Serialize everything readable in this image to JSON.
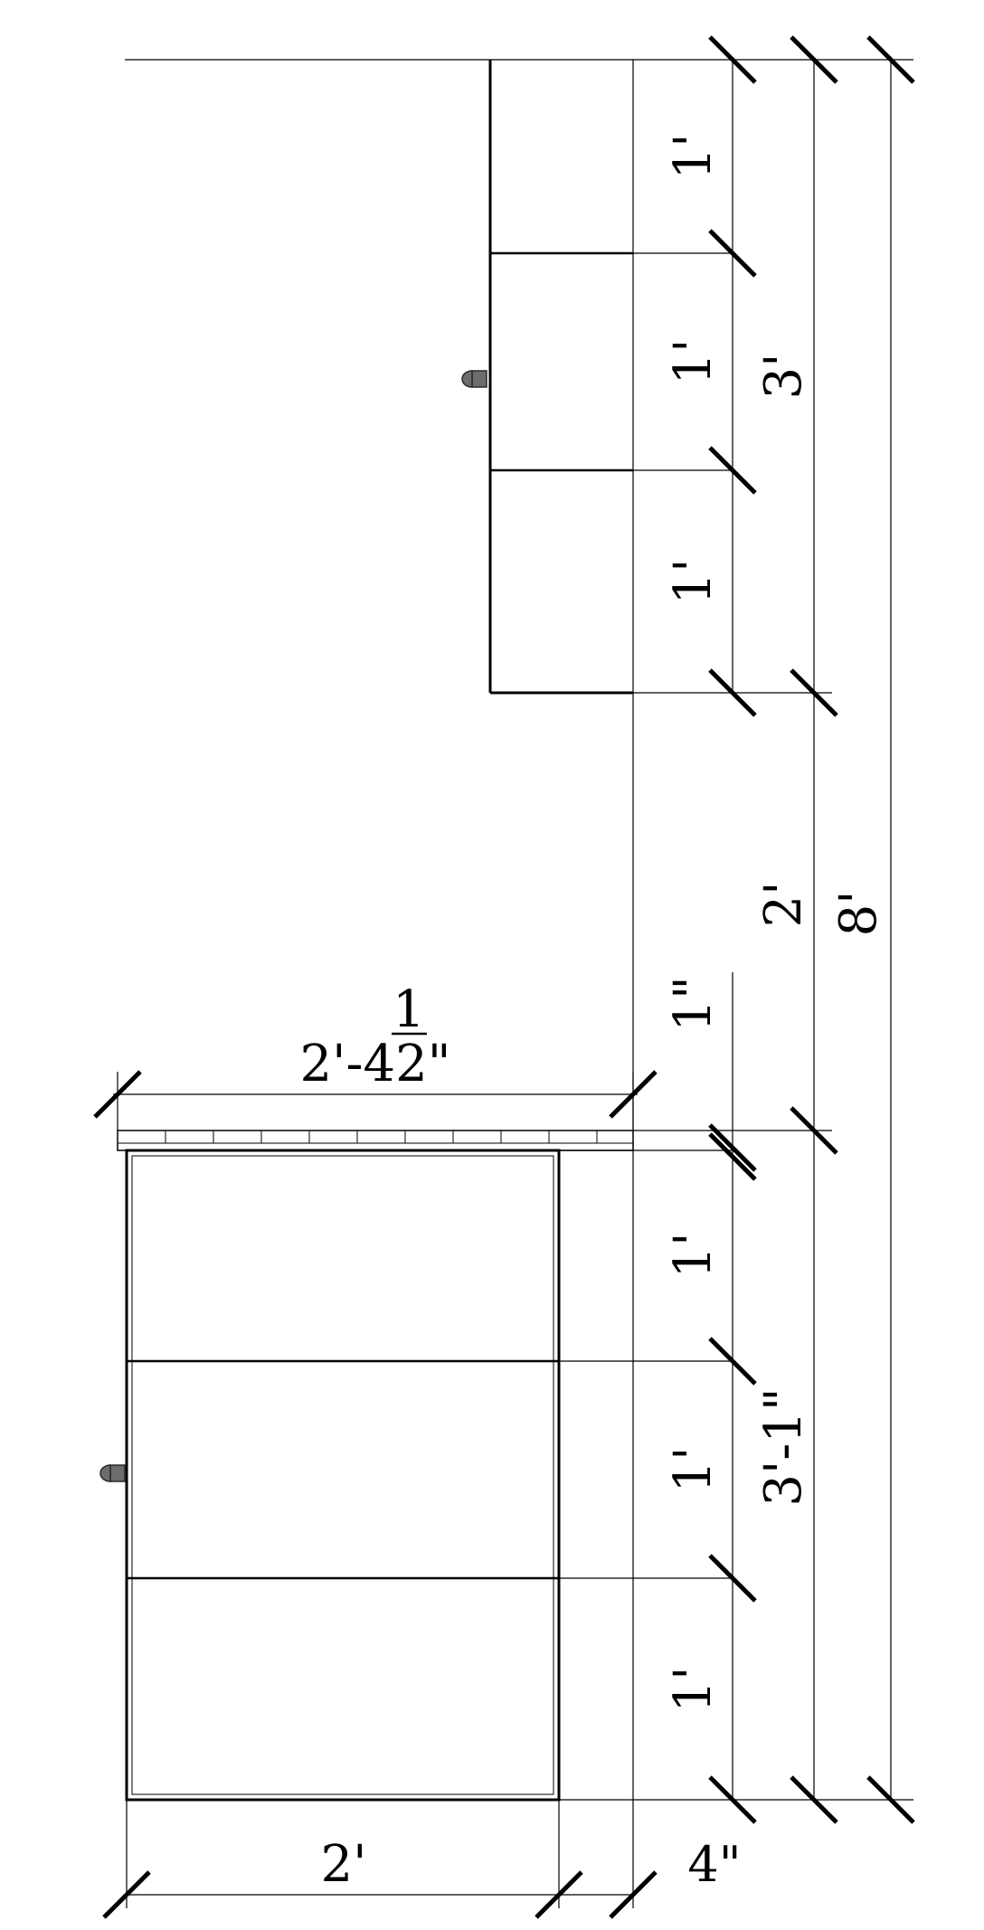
{
  "upper_cabinet": {
    "section_labels": [
      "1'",
      "1'",
      "1'"
    ],
    "total_label": "3'"
  },
  "gap_label": "2'",
  "overall_label": "8'",
  "backsplash_label": "1\"",
  "countertop": {
    "fraction_numerator": "1",
    "width_label": "2'-42\""
  },
  "base_cabinet": {
    "section_labels": [
      "1'",
      "1'",
      "1'"
    ],
    "total_label": "3'-1\""
  },
  "bottom_dims": {
    "depth_label": "2'",
    "offset_label": "4\""
  }
}
